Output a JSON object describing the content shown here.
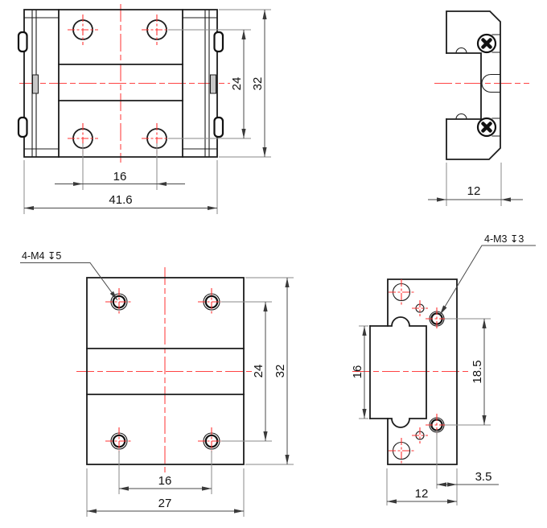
{
  "colors": {
    "line": "#1c1c1c",
    "dimension": "#4a4a4a",
    "extension": "#8a8a8a",
    "centerline": "#ff4444",
    "background": "#ffffff"
  },
  "views": {
    "front": {
      "dims": {
        "pitch_x": "16",
        "width": "41.6",
        "pitch_y": "24",
        "height": "32"
      }
    },
    "side": {
      "dims": {
        "width": "12"
      }
    },
    "base_front": {
      "callout": "4-M4 ↧5",
      "dims": {
        "pitch_x": "16",
        "width": "27",
        "pitch_y": "24",
        "height": "32"
      }
    },
    "base_side": {
      "callout": "4-M3 ↧3",
      "dims": {
        "block_height": "16",
        "pitch_y": "18.5",
        "edge_offset": "3.5",
        "width": "12"
      }
    }
  }
}
